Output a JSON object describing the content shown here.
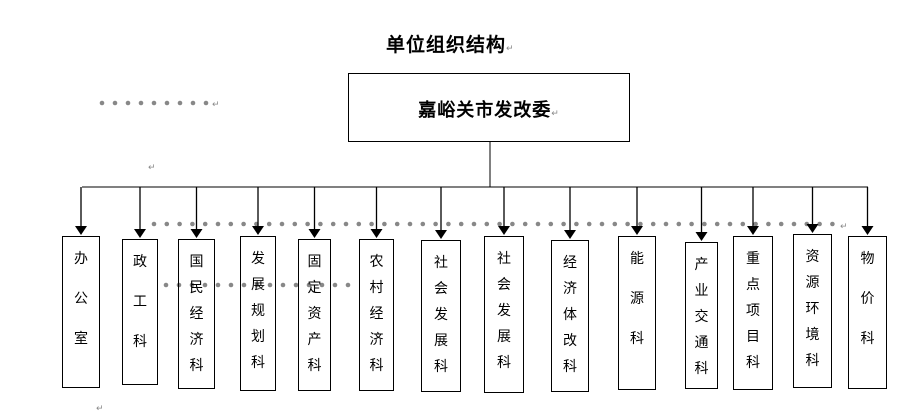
{
  "title": "单位组织结构",
  "root": {
    "label": "嘉峪关市发改委"
  },
  "departments": [
    {
      "label": "办公室"
    },
    {
      "label": "政工科"
    },
    {
      "label": "国民经济科"
    },
    {
      "label": "发展规划科"
    },
    {
      "label": "固定资产科"
    },
    {
      "label": "农村经济科"
    },
    {
      "label": "社会发展科"
    },
    {
      "label": "社会发展科"
    },
    {
      "label": "经济体改科"
    },
    {
      "label": "能源科"
    },
    {
      "label": "产业交通科"
    },
    {
      "label": "重点项目科"
    },
    {
      "label": "资源环境科"
    },
    {
      "label": "物价科"
    }
  ],
  "paragraph_mark": "↵"
}
